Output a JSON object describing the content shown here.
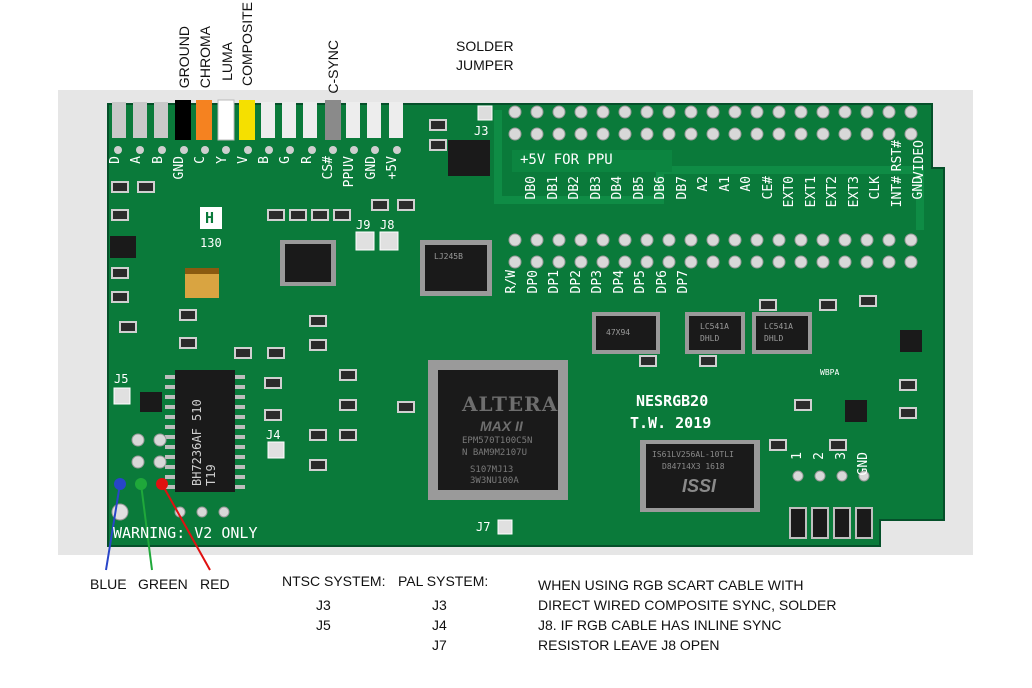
{
  "header_labels": {
    "ground": "GROUND",
    "chroma": "CHROMA",
    "luma": "LUMA",
    "composite": "COMPOSITE",
    "csync": "C-SYNC",
    "solder_jumper_line1": "SOLDER",
    "solder_jumper_line2": "JUMPER"
  },
  "board": {
    "title": "NESRGB20",
    "credit": "T.W. 2019",
    "warning": "WARNING: V2 ONLY",
    "ppu_text": "+5V FOR PPU",
    "top_pins": [
      "D",
      "A",
      "B",
      "GND",
      "C",
      "Y",
      "V",
      "B",
      "G",
      "R",
      "CS#",
      "PPUV",
      "GND",
      "+5V"
    ],
    "right_pins": [
      "DB0",
      "DB1",
      "DB2",
      "DB3",
      "DB4",
      "DB5",
      "DB6",
      "DB7",
      "A2",
      "A1",
      "A0",
      "CE#",
      "EXT0",
      "EXT1",
      "EXT2",
      "EXT3",
      "CLK",
      "INT#",
      "GND"
    ],
    "right_pins_top": [
      "RST#",
      "VIDEO"
    ],
    "bottom_pins": [
      "R/W",
      "DP0",
      "DP1",
      "DP2",
      "DP3",
      "DP4",
      "DP5",
      "DP6",
      "DP7"
    ],
    "side_pins": [
      "1",
      "2",
      "3",
      "GND"
    ],
    "jumpers": [
      "J3",
      "J4",
      "J5",
      "J7",
      "J8",
      "J9"
    ],
    "cpld_brand": "ALTERA",
    "cpld_family": "MAX II",
    "cpld_part1": "EPM570T100C5N",
    "cpld_part2": "N BAM9M2107U",
    "cpld_part3": "S107MJ13",
    "cpld_part4": "3W3NU100A",
    "ram_line1": "IS61LV256AL-10TLI",
    "ram_line2": "D84714X3 1618",
    "ram_brand": "ISSI",
    "ic_left": "BH7236AF",
    "ic_left_sub": "510 T19",
    "ic_logic1": "LC541A",
    "ic_logic1_sub": "DHLD",
    "ic_logic2": "LC541A",
    "ic_logic2_sub": "DHLD",
    "ic_mid": "LJ245B",
    "ic_small": "47X94",
    "mark_h": "H",
    "mark_130": "130",
    "small_mark": "WBPA"
  },
  "bottom_labels": {
    "blue": "BLUE",
    "green": "GREEN",
    "red": "RED"
  },
  "ntsc": {
    "title": "NTSC SYSTEM:",
    "rows": [
      "J3",
      "J5"
    ]
  },
  "pal": {
    "title": "PAL SYSTEM:",
    "rows": [
      "J3",
      "J4",
      "J7"
    ]
  },
  "scart_note": [
    "WHEN USING RGB SCART CABLE WITH",
    "DIRECT WIRED COMPOSITE SYNC, SOLDER",
    "J8. IF RGB CABLE HAS INLINE SYNC",
    "RESISTOR LEAVE J8 OPEN"
  ],
  "colors": {
    "pcb": "#0a7a3a",
    "pcb_dark": "#066330",
    "background_card": "#e7e7e7",
    "ground_wire": "#000000",
    "chroma_wire": "#f58220",
    "luma_wire": "#ffffff",
    "composite_wire": "#f5e000",
    "csync_wire": "#8a8a8a",
    "blue_dot": "#2845c8",
    "green_dot": "#1fa83a",
    "red_dot": "#e01010"
  }
}
